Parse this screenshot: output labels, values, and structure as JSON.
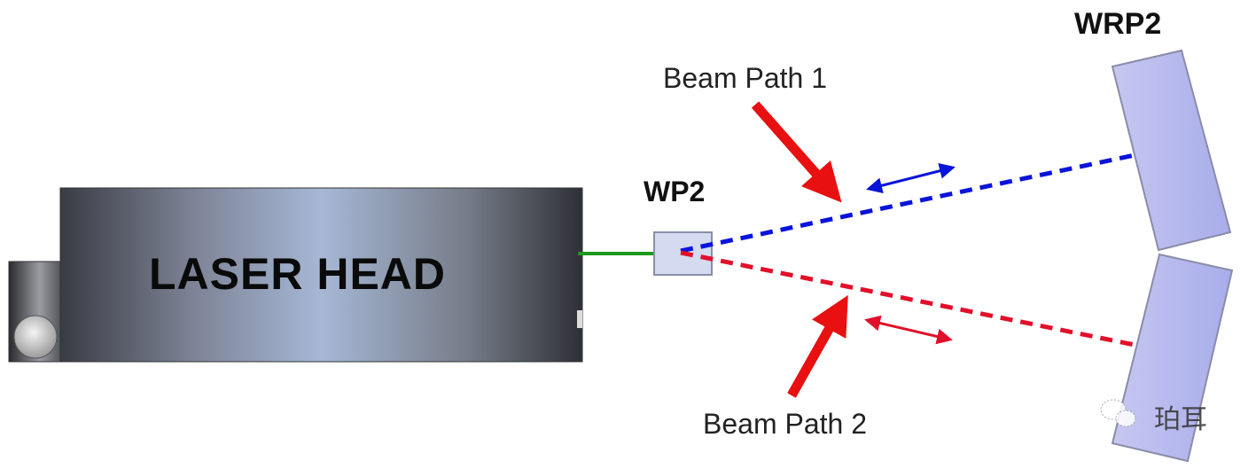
{
  "labels": {
    "laser_head": "LASER  HEAD",
    "wp2": "WP2",
    "wrp2": "WRP2",
    "beam_path_1": "Beam Path 1",
    "beam_path_2": "Beam Path 2"
  },
  "watermark": "珀耳",
  "colors": {
    "beam_in": "#1a9a1a",
    "beam_path_1": "#0a14d8",
    "beam_path_2": "#e0102a",
    "pointer_arrow": "#e81010",
    "mirror_fill": "#b4b8ec"
  }
}
